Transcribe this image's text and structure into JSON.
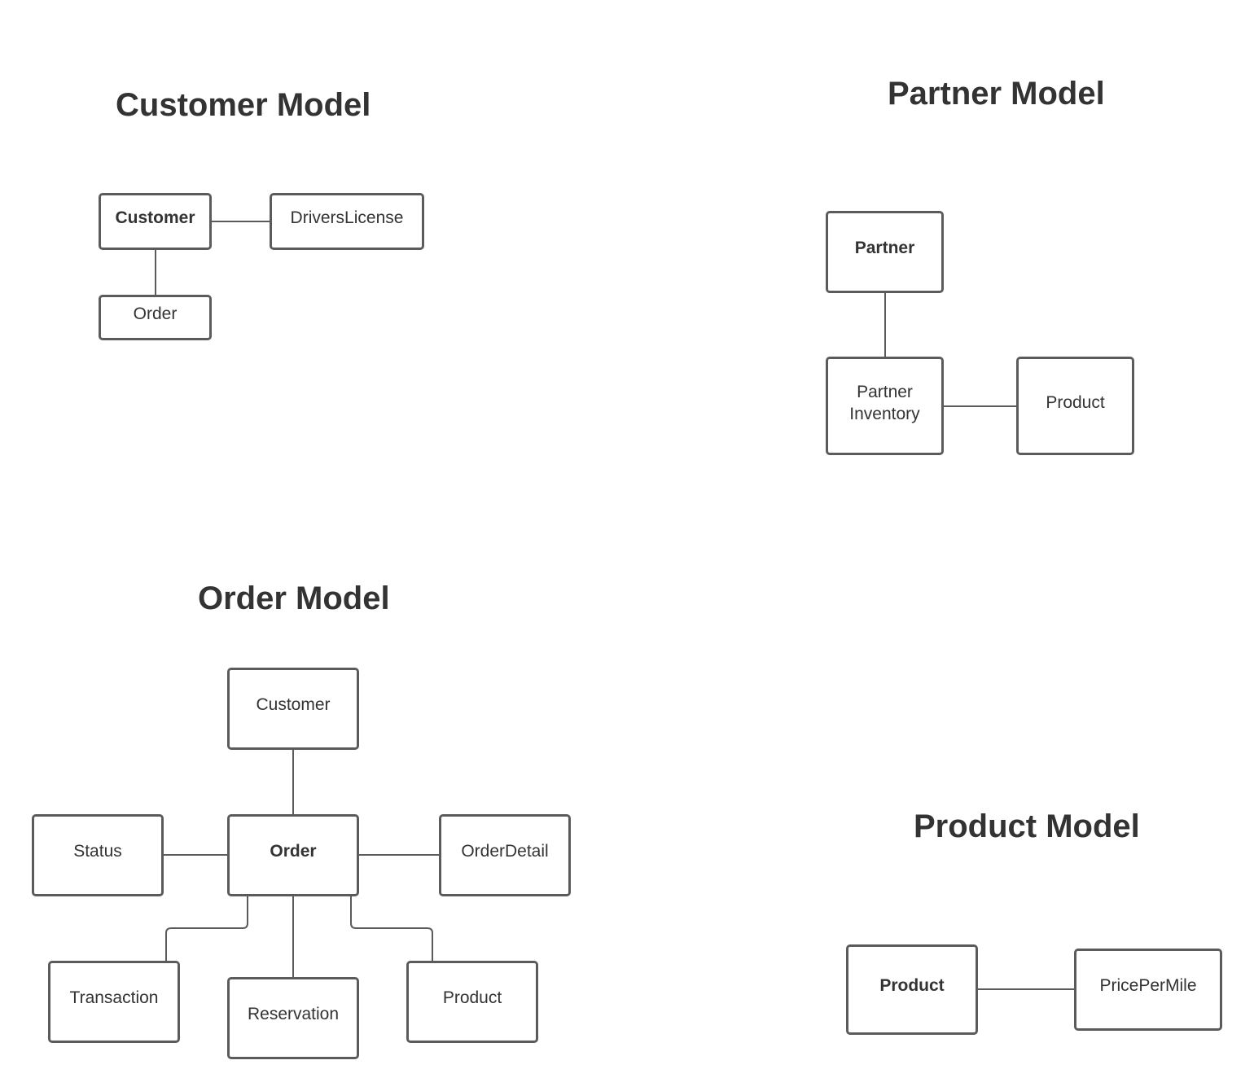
{
  "diagrams": {
    "customer_model": {
      "title": "Customer Model",
      "entities": {
        "customer": "Customer",
        "drivers_license": "DriversLicense",
        "order": "Order"
      }
    },
    "partner_model": {
      "title": "Partner Model",
      "entities": {
        "partner": "Partner",
        "partner_inventory_line1": "Partner",
        "partner_inventory_line2": "Inventory",
        "product": "Product"
      }
    },
    "order_model": {
      "title": "Order Model",
      "entities": {
        "customer": "Customer",
        "status": "Status",
        "order": "Order",
        "order_detail": "OrderDetail",
        "transaction": "Transaction",
        "reservation": "Reservation",
        "product": "Product"
      }
    },
    "product_model": {
      "title": "Product Model",
      "entities": {
        "product": "Product",
        "price_per_mile": "PricePerMile"
      }
    }
  },
  "colors": {
    "border": "#5b5b5b",
    "text": "#333333",
    "background": "#ffffff"
  }
}
